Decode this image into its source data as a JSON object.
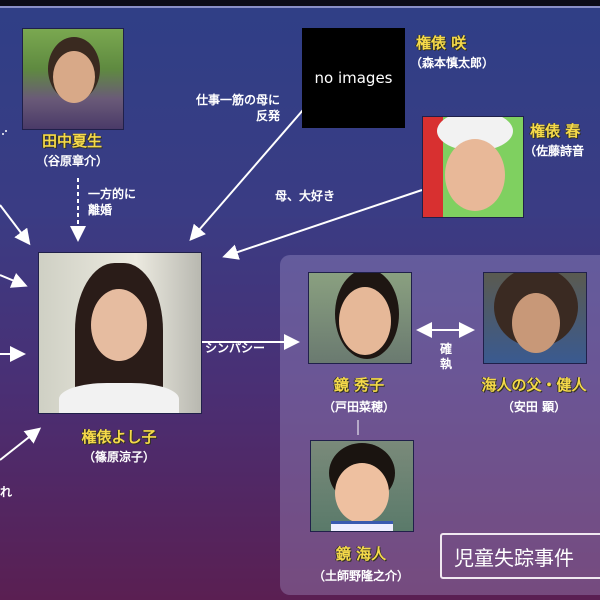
{
  "characters": {
    "tanaka": {
      "name": "田中夏生",
      "actor": "（谷原章介）"
    },
    "saki": {
      "name": "権俵 咲",
      "actor": "（森本慎太郎）",
      "placeholder": "no images"
    },
    "haru": {
      "name": "権俵 春",
      "actor": "（佐藤詩音"
    },
    "yoshiko": {
      "name": "権俵よし子",
      "actor": "（篠原涼子）"
    },
    "hideko": {
      "name": "鏡 秀子",
      "actor": "（戸田菜穂）"
    },
    "father": {
      "name": "海人の父・健人",
      "actor": "（安田 顕）"
    },
    "kaito": {
      "name": "鏡 海人",
      "actor": "（土師野隆之介）"
    }
  },
  "relations": {
    "saki_line1": "仕事一筋の母に",
    "saki_line2": "反発",
    "tanaka_line1": "一方的に",
    "tanaka_line2": "離婚",
    "haru": "母、大好き",
    "sympathy": "シンパシー",
    "conflict": "確執",
    "left_fragment": "れ"
  },
  "case_label": "児童失踪事件"
}
